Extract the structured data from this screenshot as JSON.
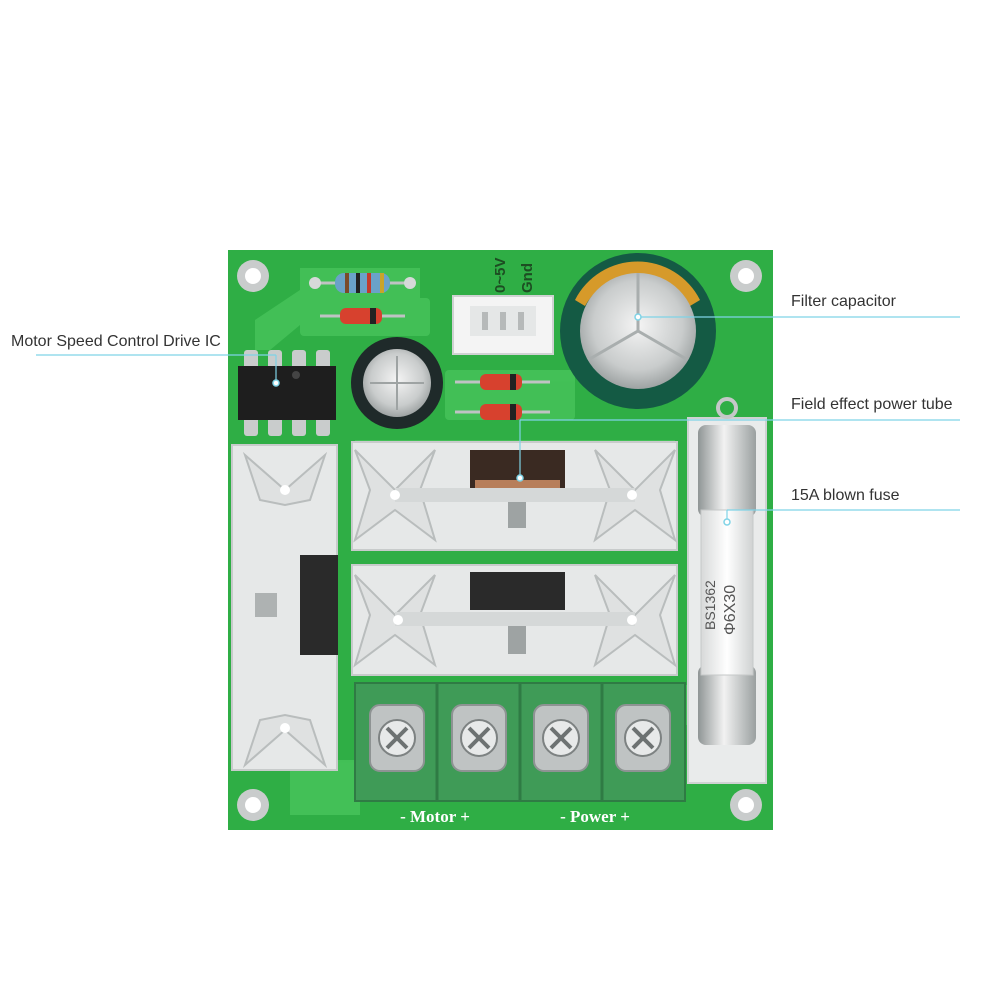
{
  "callouts": {
    "drive_ic": "Motor Speed Control Drive IC",
    "filter_capacitor": "Filter capacitor",
    "fet": "Field effect power tube",
    "fuse": "15A blown fuse"
  },
  "board": {
    "connector_top_labels": [
      "0~5V",
      "Gnd"
    ],
    "terminal_labels": {
      "motor": "- Motor +",
      "power": "- Power +"
    },
    "fuse_text": [
      "BS1362",
      "Φ6X30"
    ]
  },
  "colors": {
    "pcb_green": "#2fae45",
    "trace_green": "#46c35a",
    "terminal_green": "#3f9b57",
    "heatsink": "#e6e8e8",
    "callout_line": "#7fd3e6"
  }
}
